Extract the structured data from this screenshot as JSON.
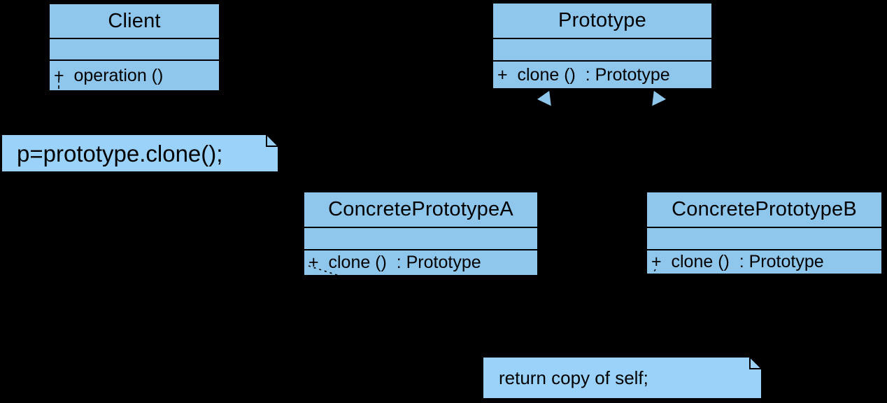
{
  "background": "#000000",
  "colors": {
    "class_fill": "#8EC6EC",
    "note_fill": "#9AD2FA",
    "line": "#000000",
    "text": "#000000"
  },
  "classes": [
    {
      "name": "Client",
      "attributes": "",
      "methods": "+  operation ()"
    },
    {
      "name": "Prototype",
      "attributes": "",
      "methods": "+  clone ()  : Prototype"
    },
    {
      "name": "ConcretePrototypeA",
      "attributes": "",
      "methods": "+  clone ()  : Prototype"
    },
    {
      "name": "ConcretePrototypeB",
      "attributes": "",
      "methods": "+  clone ()  : Prototype"
    }
  ],
  "notes": [
    {
      "text": "p=prototype.clone();"
    },
    {
      "text": "return copy of self;"
    }
  ],
  "relations": [
    {
      "type": "association",
      "from": "Client",
      "to": "Prototype"
    },
    {
      "type": "generalization",
      "from": "ConcretePrototypeA",
      "to": "Prototype"
    },
    {
      "type": "generalization",
      "from": "ConcretePrototypeB",
      "to": "Prototype"
    },
    {
      "type": "note-anchor",
      "from": "p=prototype.clone();",
      "to": "Client"
    },
    {
      "type": "note-anchor",
      "from": "return copy of self;",
      "to": "ConcretePrototypeA, ConcretePrototypeB"
    }
  ]
}
